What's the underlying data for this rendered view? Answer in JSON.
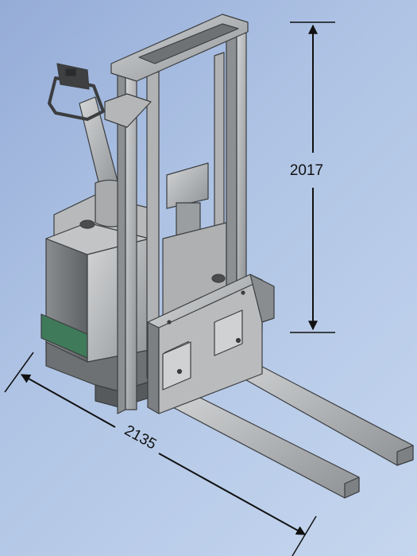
{
  "figure": {
    "subject": "pallet stacker",
    "dimensions": {
      "height_label": "2017",
      "length_label": "2135"
    }
  },
  "colors": {
    "background_start": "#95acd7",
    "background_end": "#c5d6ee",
    "machine_body": "#9a9c9e",
    "machine_light": "#c6c8ca",
    "machine_dark": "#6d7072",
    "accent_stripe": "#3f7a5a",
    "dimension_line": "#111111"
  }
}
